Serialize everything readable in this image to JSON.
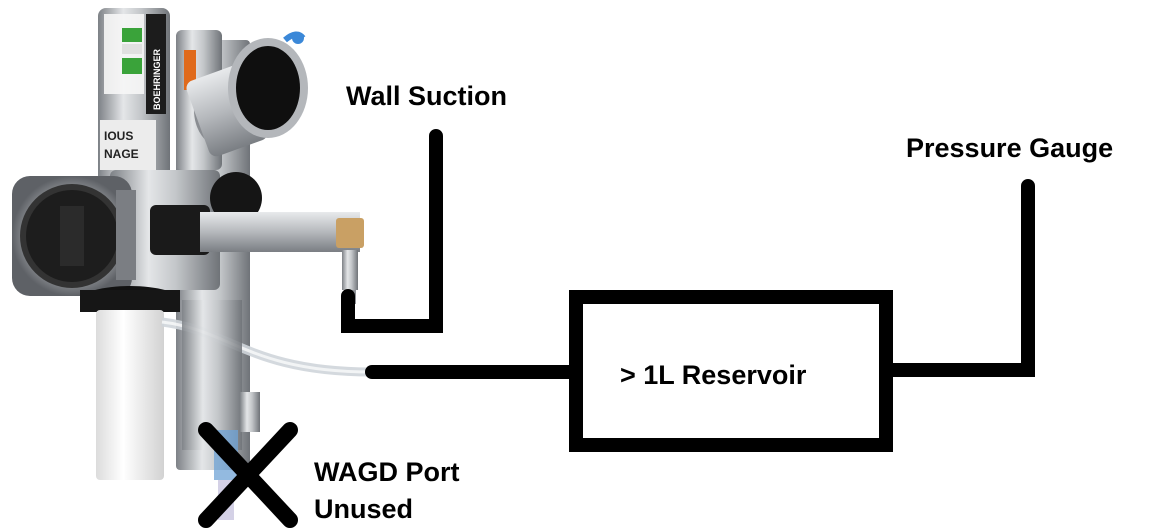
{
  "labels": {
    "wall_suction": "Wall Suction",
    "pressure_gauge": "Pressure Gauge",
    "reservoir": "> 1L Reservoir",
    "wagd_port_line1": "WAGD Port",
    "wagd_port_line2": "Unused"
  },
  "device": {
    "brand_text": "BOEHRINGER",
    "panel_text_line1": "IOUS",
    "panel_text_line2": "NAGE"
  },
  "colors": {
    "line": "#000000",
    "background": "#ffffff",
    "metal": "#b9bcc0",
    "canister": "#f4f4f4",
    "gauge_green": "#3aa33a",
    "gauge_orange": "#e06a1c",
    "tube_tip": "#3b88d8"
  }
}
